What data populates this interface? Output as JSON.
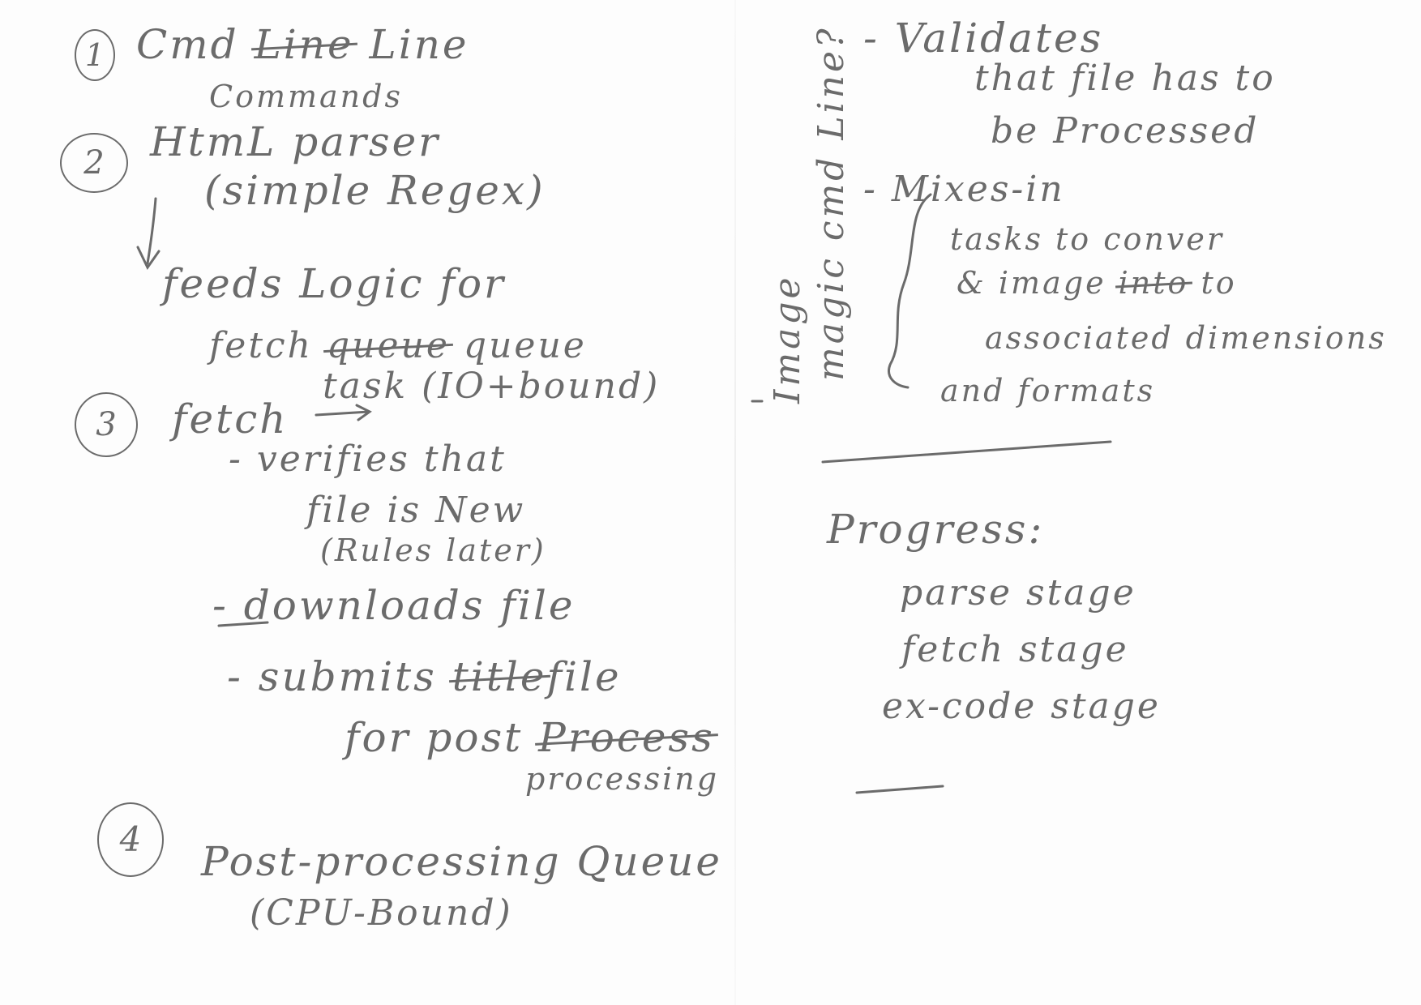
{
  "left": {
    "item1": {
      "number": "1",
      "line1_prefix": "Cmd",
      "line1_struck": "Line",
      "line1_suffix": "Line",
      "line2": "Commands"
    },
    "item2": {
      "number": "2",
      "line1": "HtmL parser",
      "line2": "(simple Regex)",
      "feeds1": "feeds Logic for",
      "feeds2_prefix": "fetch",
      "feeds2_struck": "queue",
      "feeds2_suffix": "queue"
    },
    "item3": {
      "number": "3",
      "title": "fetch",
      "task": "task (IO+bound)",
      "line_verifies": "- verifies that",
      "line_file_new": "file is New",
      "line_rules": "(Rules later)",
      "line_downloads": "- downloads file",
      "line_submits_prefix": "- submits",
      "line_submits_struck": "title",
      "line_submits_suffix": "file",
      "line_for_post_prefix": "for post",
      "line_for_post_struck": "Process",
      "line_processing": "processing"
    },
    "item4": {
      "number": "4",
      "line1": "Post-processing Queue",
      "line2": "(CPU-Bound)"
    }
  },
  "middle": {
    "vertical1": "Image",
    "vertical2": "magic cmd Line?"
  },
  "right": {
    "validates1": "- Validates",
    "validates2": "that file has to",
    "validates3": "be Processed",
    "mixes1": "- Mixes-in",
    "mixes2_prefix": "tasks to conver",
    "mixes3_prefix": "& image",
    "mixes3_struck": "into",
    "mixes3_suffix": "to",
    "mixes4": "associated dimensions",
    "mixes5": "and formats",
    "progress_title": "Progress:",
    "progress_items": [
      "parse stage",
      "fetch stage",
      "ex-code stage"
    ]
  }
}
